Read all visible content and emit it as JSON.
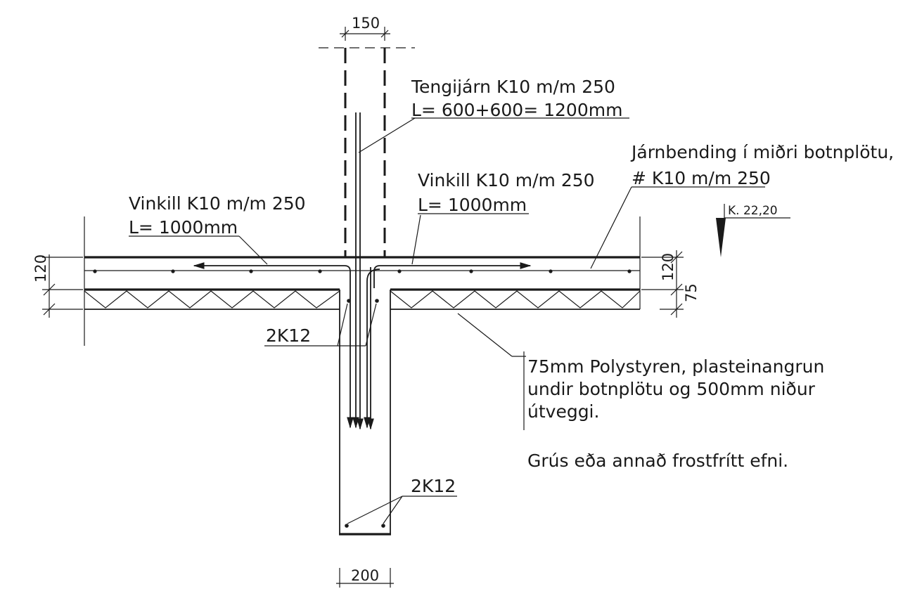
{
  "dimensions": {
    "wall_width": "150",
    "footing_width": "200",
    "slab_thickness_left": "120",
    "slab_thickness_right": "120",
    "insulation_thickness": "75"
  },
  "labels": {
    "tie_bar_line1": "Tengijárn K10 m/m 250",
    "tie_bar_line2": "L= 600+600= 1200mm",
    "slab_rebar_line1": "Járnbending í miðri botnplötu,",
    "slab_rebar_line2": "# K10 m/m 250",
    "angle_left_line1": "Vinkill K10 m/m 250",
    "angle_left_line2": "L= 1000mm",
    "angle_right_line1": "Vinkill K10 m/m 250",
    "angle_right_line2": "L= 1000mm",
    "footing_bars_top": "2K12",
    "footing_bars_bottom": "2K12",
    "insulation_line1": "75mm Polystyren, plasteinangrun",
    "insulation_line2": "undir botnplötu og 500mm niður",
    "insulation_line3": "útveggi.",
    "fill_material": "Grús eða annað frostfrítt efni.",
    "level_mark": "K. 22,20"
  }
}
